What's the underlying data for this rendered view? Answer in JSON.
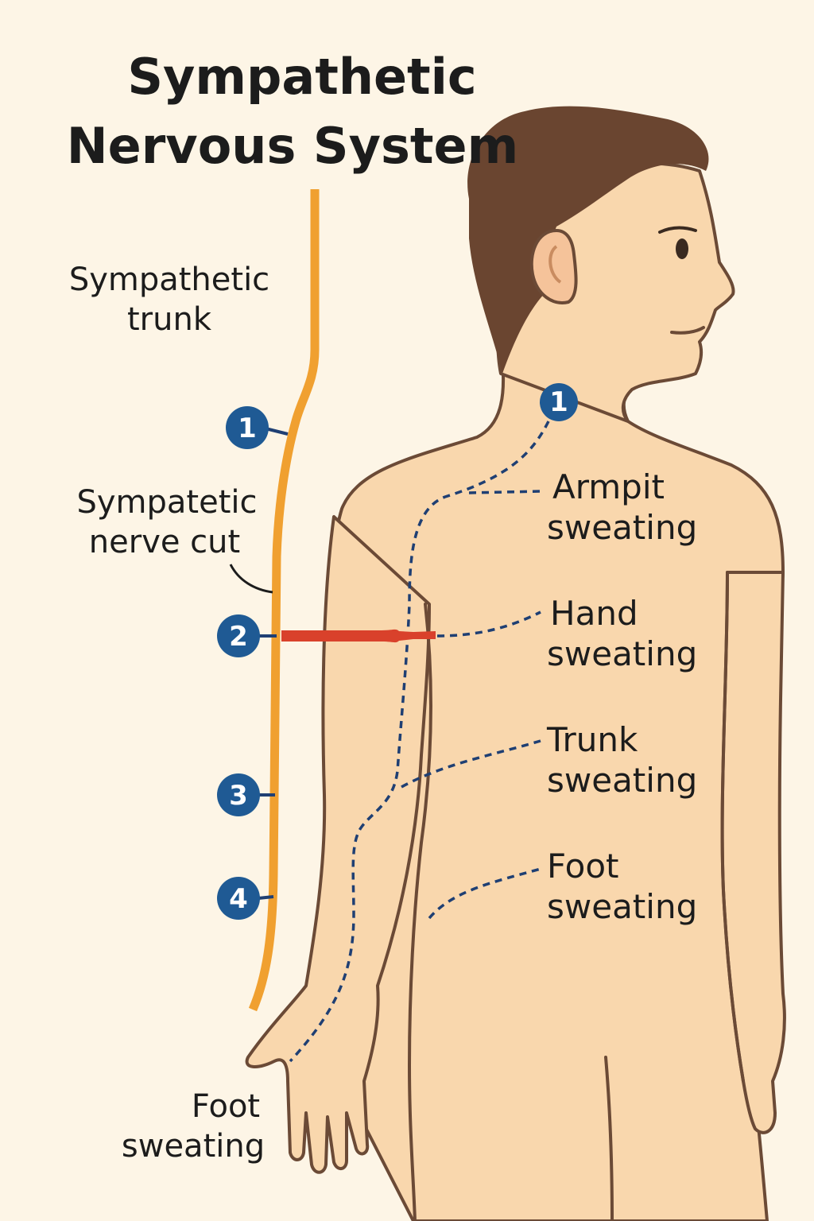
{
  "title": {
    "line1": "Sympathetic",
    "line2": "Nervous System"
  },
  "left_labels": {
    "trunk_line1": "Sympathetic",
    "trunk_line2": "trunk",
    "cut_line1": "Sympatetic",
    "cut_line2": "nerve cut",
    "foot_line1": "Foot",
    "foot_line2": "sweating"
  },
  "markers": [
    "1",
    "2",
    "3",
    "4"
  ],
  "neck_marker": "1",
  "right_labels": [
    {
      "line1": "Armpit",
      "line2": "sweating"
    },
    {
      "line1": "Hand",
      "line2": "sweating"
    },
    {
      "line1": "Trunk",
      "line2": "sweating"
    },
    {
      "line1": "Foot",
      "line2": "sweating"
    }
  ],
  "colors": {
    "background": "#fdf5e6",
    "trunk": "#f0a030",
    "cut": "#d9412b",
    "marker": "#1f5a94",
    "dashed_nerve": "#1f3f73",
    "skin": "#f9d7ad",
    "outline": "#6b4a36",
    "hair": "#6a4530"
  }
}
